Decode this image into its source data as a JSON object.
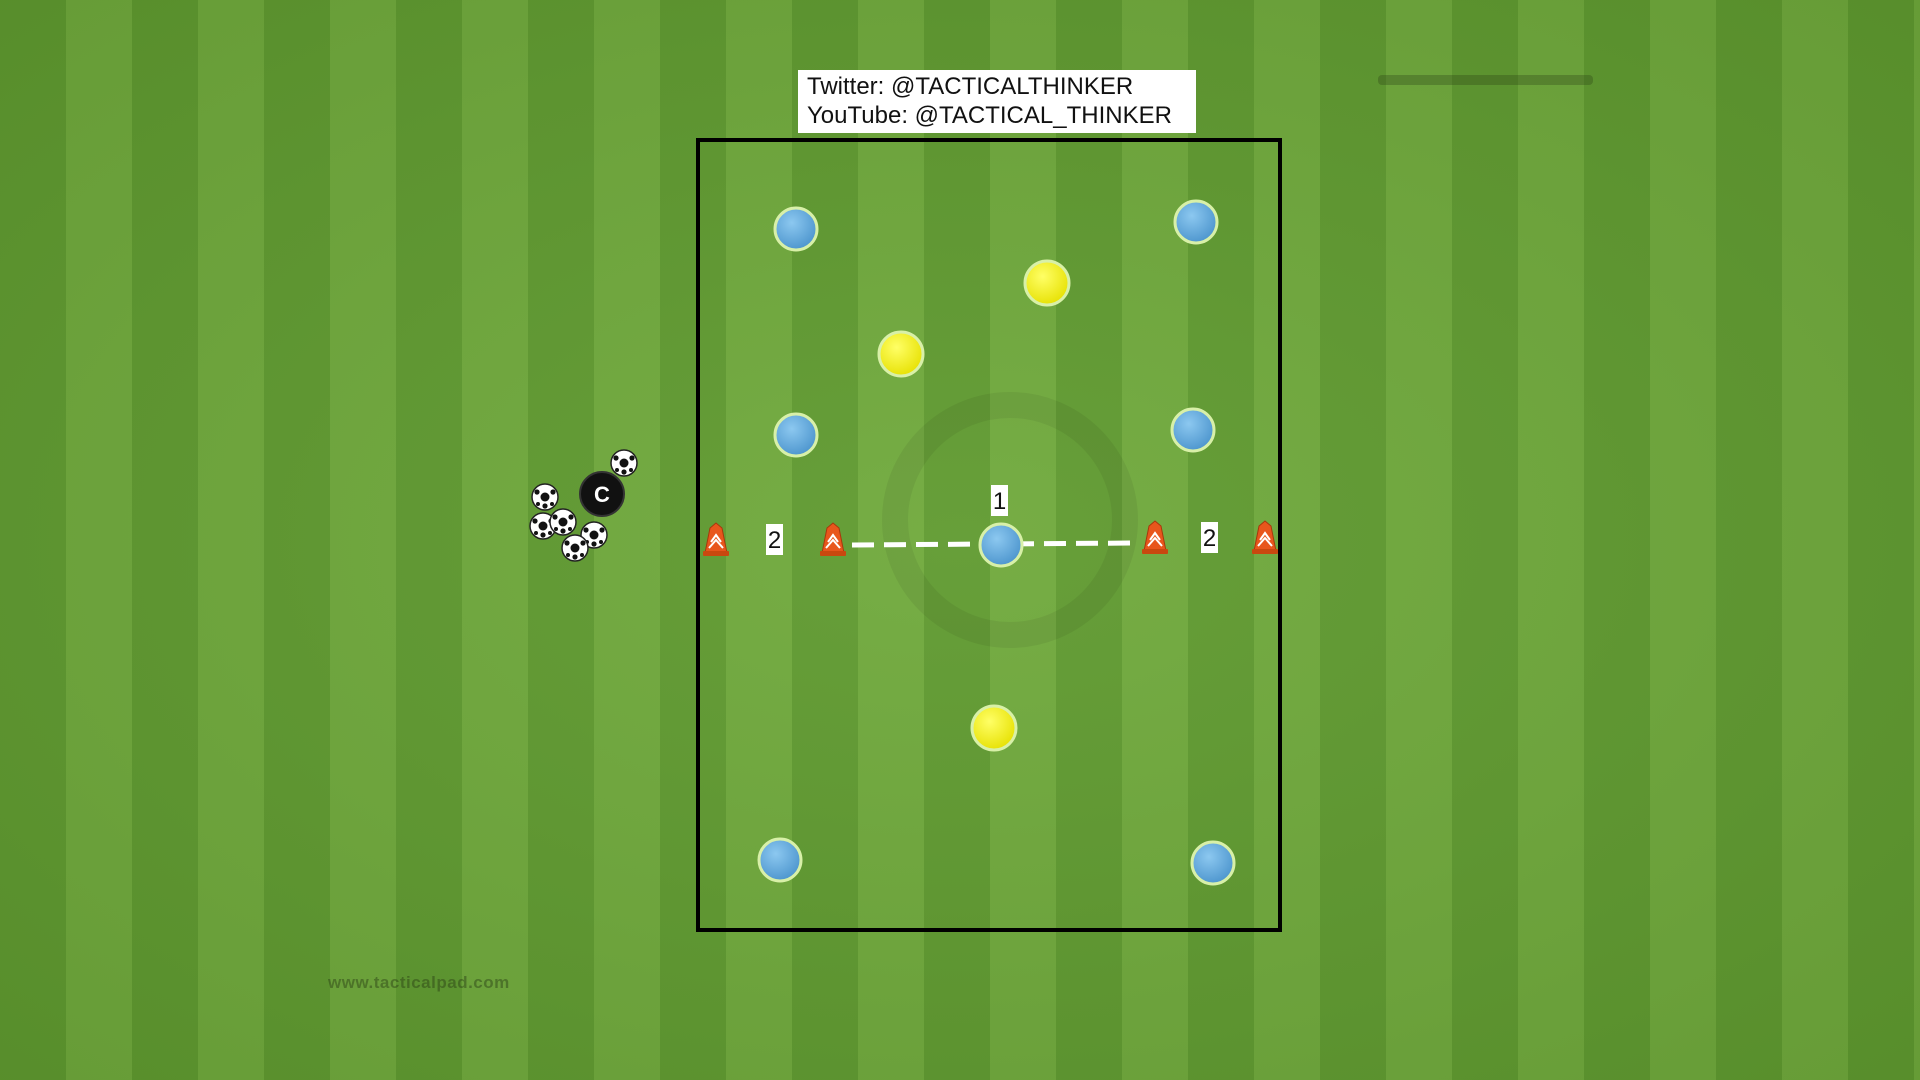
{
  "credits": {
    "twitter": "Twitter: @TACTICALTHINKER",
    "youtube": "YouTube: @TACTICAL_THINKER"
  },
  "watermark": "www.tacticalpad.com",
  "labels": {
    "center": "1",
    "left_gate": "2",
    "right_gate": "2",
    "coach": "C"
  },
  "colors": {
    "blue_player": "#5aa5dc",
    "yellow_player": "#f4ee0c",
    "cone": "#e8561c",
    "coach": "#111111",
    "field_outline": "#000000"
  },
  "players": {
    "blue": 7,
    "yellow": 3
  },
  "icons": {
    "ball": "soccer-ball-icon",
    "cone": "cone-icon",
    "coach": "coach-marker-icon"
  }
}
